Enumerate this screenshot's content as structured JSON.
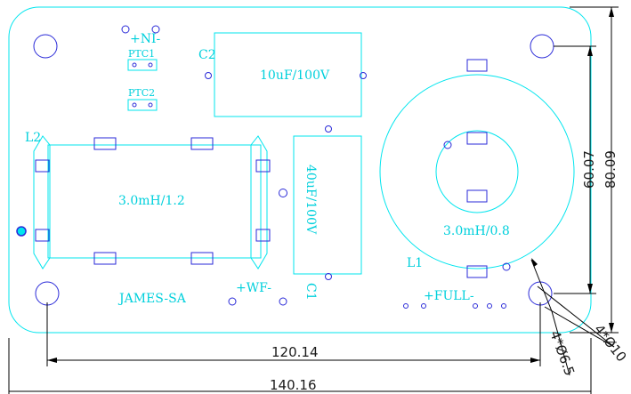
{
  "board": {
    "name": "JAMES-SA",
    "colors": {
      "outline": "#00e5ee",
      "holes": "#2a2ad8",
      "dimensions": "#000000",
      "text": "#00d0dc"
    }
  },
  "labels": {
    "ni": "+NI-",
    "ptc1": "PTC1",
    "ptc2": "PTC2",
    "c2": "C2",
    "c2_value": "10uF/100V",
    "l2": "L2",
    "l2_value": "3.0mH/1.2",
    "c1": "C1",
    "c1_value": "40uF/100V",
    "l1": "L1",
    "l1_value": "3.0mH/0.8",
    "wf": "+WF-",
    "full": "+FULL-"
  },
  "dimensions": {
    "hole_spacing_x": "120.14",
    "board_width": "140.16",
    "hole_spacing_y": "60.07",
    "board_height": "80.09",
    "hole_diameter": "4*Ø6.5",
    "corner_diameter": "4*Ø10"
  }
}
